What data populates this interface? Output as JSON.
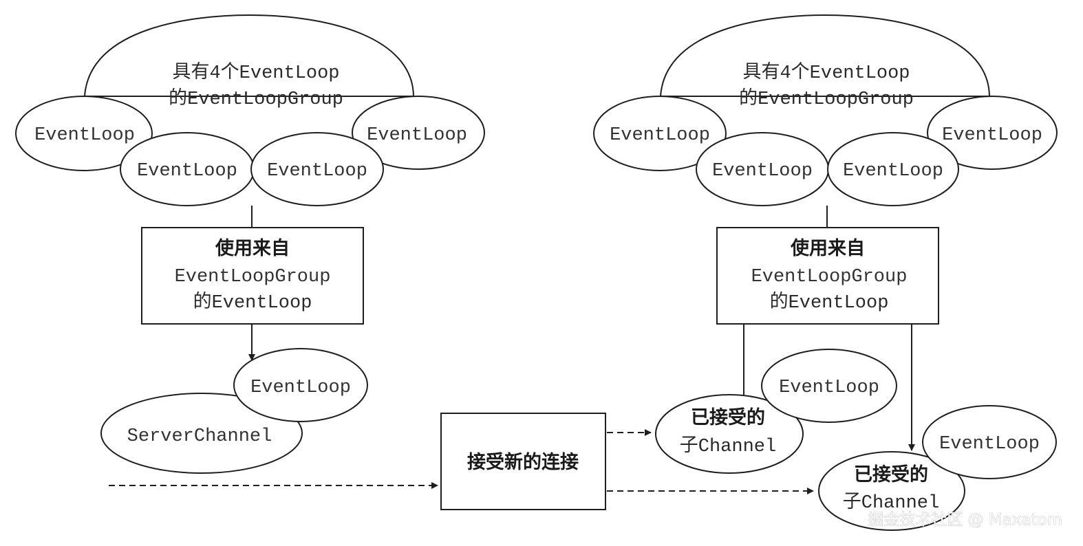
{
  "left": {
    "group_label_line1": "具有4个EventLoop",
    "group_label_line2": "的EventLoopGroup",
    "loops": [
      "EventLoop",
      "EventLoop",
      "EventLoop",
      "EventLoop"
    ],
    "box_line1": "使用来自",
    "box_line2": "EventLoopGroup",
    "box_line3": "的EventLoop",
    "assigned_loop": "EventLoop",
    "server_channel": "ServerChannel"
  },
  "middle": {
    "accept_box": "接受新的连接"
  },
  "right": {
    "group_label_line1": "具有4个EventLoop",
    "group_label_line2": "的EventLoopGroup",
    "loops": [
      "EventLoop",
      "EventLoop",
      "EventLoop",
      "EventLoop"
    ],
    "box_line1": "使用来自",
    "box_line2": "EventLoopGroup",
    "box_line3": "的EventLoop",
    "child1_loop": "EventLoop",
    "child1_line1": "已接受的",
    "child1_line2": "子Channel",
    "child2_loop": "EventLoop",
    "child2_line1": "已接受的",
    "child2_line2": "子Channel"
  },
  "watermark": "掘金技术社区 @ Maxatom"
}
